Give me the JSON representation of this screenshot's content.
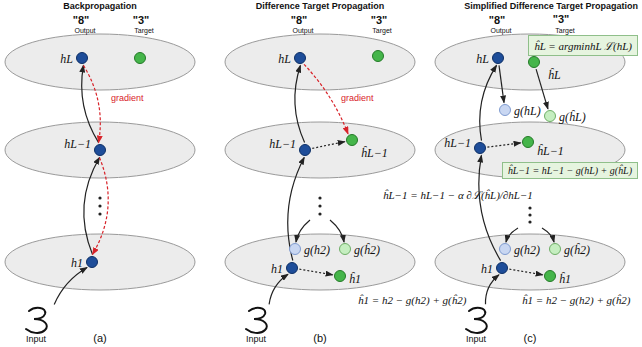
{
  "diagram": {
    "nodes": [
      {
        "text": [
          "\"8\"",
          "Output",
          "hL"
        ]
      },
      {
        "text": [
          "\"3\"",
          "Target"
        ]
      },
      {
        "text": [
          "hL−1"
        ]
      },
      {
        "text": [
          "h1"
        ]
      },
      {
        "text": [
          "Input"
        ]
      },
      {
        "text": [
          "\"8\"",
          "Output",
          "hL"
        ]
      },
      {
        "text": [
          "\"3\"",
          "Target"
        ]
      },
      {
        "text": [
          "hL−1"
        ]
      },
      {
        "text": [
          "ĥL−1"
        ]
      },
      {
        "text": [
          "g(h2)"
        ]
      },
      {
        "text": [
          "g(ĥ2)"
        ]
      },
      {
        "text": [
          "h1"
        ]
      },
      {
        "text": [
          "ĥ1"
        ]
      },
      {
        "text": [
          "Input"
        ]
      },
      {
        "text": [
          "\"8\"",
          "Output",
          "hL"
        ]
      },
      {
        "text": [
          "\"3\"",
          "Target",
          "ĥL"
        ]
      },
      {
        "text": [
          "ĥL = argminhL ℒ(hL)"
        ]
      },
      {
        "text": [
          "g(hL)"
        ]
      },
      {
        "text": [
          "g(ĥL)"
        ]
      },
      {
        "text": [
          "hL−1"
        ]
      },
      {
        "text": [
          "ĥL−1"
        ]
      },
      {
        "text": [
          "ĥL−1 = hL−1 − g(hL) + g(ĥL)"
        ]
      },
      {
        "text": [
          "g(h2)"
        ]
      },
      {
        "text": [
          "g(ĥ2)"
        ]
      },
      {
        "text": [
          "h1"
        ]
      },
      {
        "text": [
          "ĥ1"
        ]
      },
      {
        "text": [
          "Input"
        ]
      }
    ],
    "edges": [
      {
        "from": 4,
        "to": 3,
        "arrow": "to"
      },
      {
        "from": 3,
        "to": 2,
        "arrow": "to"
      },
      {
        "from": 2,
        "to": 0,
        "arrow": "to"
      },
      {
        "from": 0,
        "to": 2,
        "label": "gradient",
        "arrow": "to"
      },
      {
        "from": 2,
        "to": 3,
        "arrow": "to"
      },
      {
        "from": 13,
        "to": 11,
        "arrow": "to"
      },
      {
        "from": 11,
        "to": 7,
        "arrow": "to"
      },
      {
        "from": 7,
        "to": 5,
        "arrow": "to"
      },
      {
        "from": 5,
        "to": 8,
        "label": "gradient",
        "arrow": "to"
      },
      {
        "from": 7,
        "to": 8,
        "arrow": "to"
      },
      {
        "from": 11,
        "to": 12,
        "arrow": "to"
      },
      {
        "from": 26,
        "to": 24,
        "arrow": "to"
      },
      {
        "from": 24,
        "to": 19,
        "arrow": "to"
      },
      {
        "from": 19,
        "to": 14,
        "arrow": "to"
      },
      {
        "from": 14,
        "to": 17,
        "arrow": "to"
      },
      {
        "from": 15,
        "to": 18,
        "arrow": "to"
      },
      {
        "from": 19,
        "to": 20,
        "arrow": "to"
      },
      {
        "from": 24,
        "to": 25,
        "arrow": "to"
      }
    ],
    "labels": [
      "Backpropagation",
      "Difference Target Propagation",
      "Simplified Difference Target Propagation",
      "ĥL−1 = hL−1 − α ∂ℒ(ĥL)/∂hL−1",
      "ĥ1 = h2 − g(h2) + g(ĥ2)",
      "ĥ1 = h2 − g(h2) + g(ĥ2)",
      "(a)",
      "(b)",
      "(c)"
    ]
  }
}
